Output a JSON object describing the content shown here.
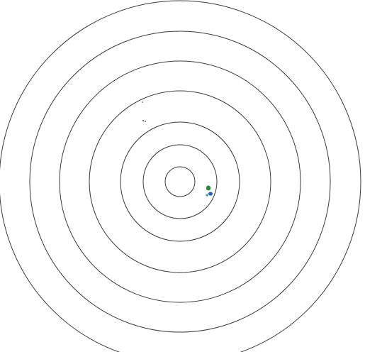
{
  "colors": {
    "background": "#ffffff",
    "ring_stroke": "#3a3a3a",
    "blob_green": "#2e8b3c",
    "blob_blue": "#1f5fbf",
    "blob_teal": "#2aa198",
    "speck": "#555555"
  },
  "rings": {
    "count": 8
  },
  "markers": [
    {
      "kind": "blob",
      "color": "blob_green"
    },
    {
      "kind": "blob",
      "color": "blob_blue"
    },
    {
      "kind": "blob",
      "color": "blob_teal"
    },
    {
      "kind": "speck",
      "color": "speck"
    },
    {
      "kind": "speck",
      "color": "speck"
    },
    {
      "kind": "speck",
      "color": "speck"
    }
  ]
}
